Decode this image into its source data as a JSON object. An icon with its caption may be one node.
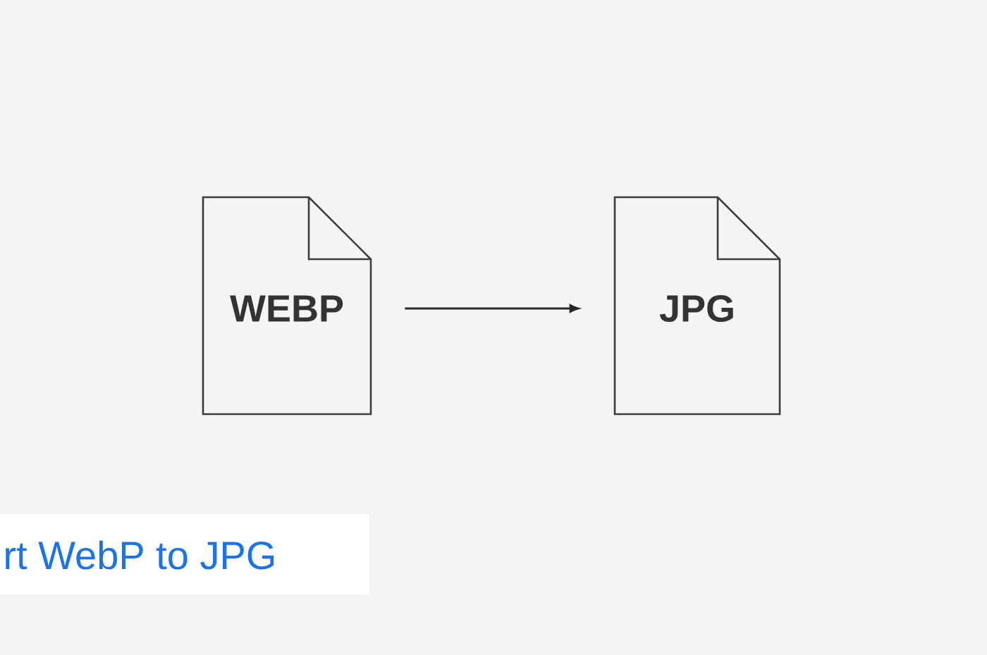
{
  "diagram": {
    "nodes": [
      {
        "text": [
          "WEBP"
        ]
      },
      {
        "text": [
          "JPG"
        ]
      }
    ],
    "edges": [
      {
        "from": 0,
        "to": 1,
        "arrow": "to"
      }
    ],
    "labels": [
      "rt WebP to JPG"
    ]
  }
}
